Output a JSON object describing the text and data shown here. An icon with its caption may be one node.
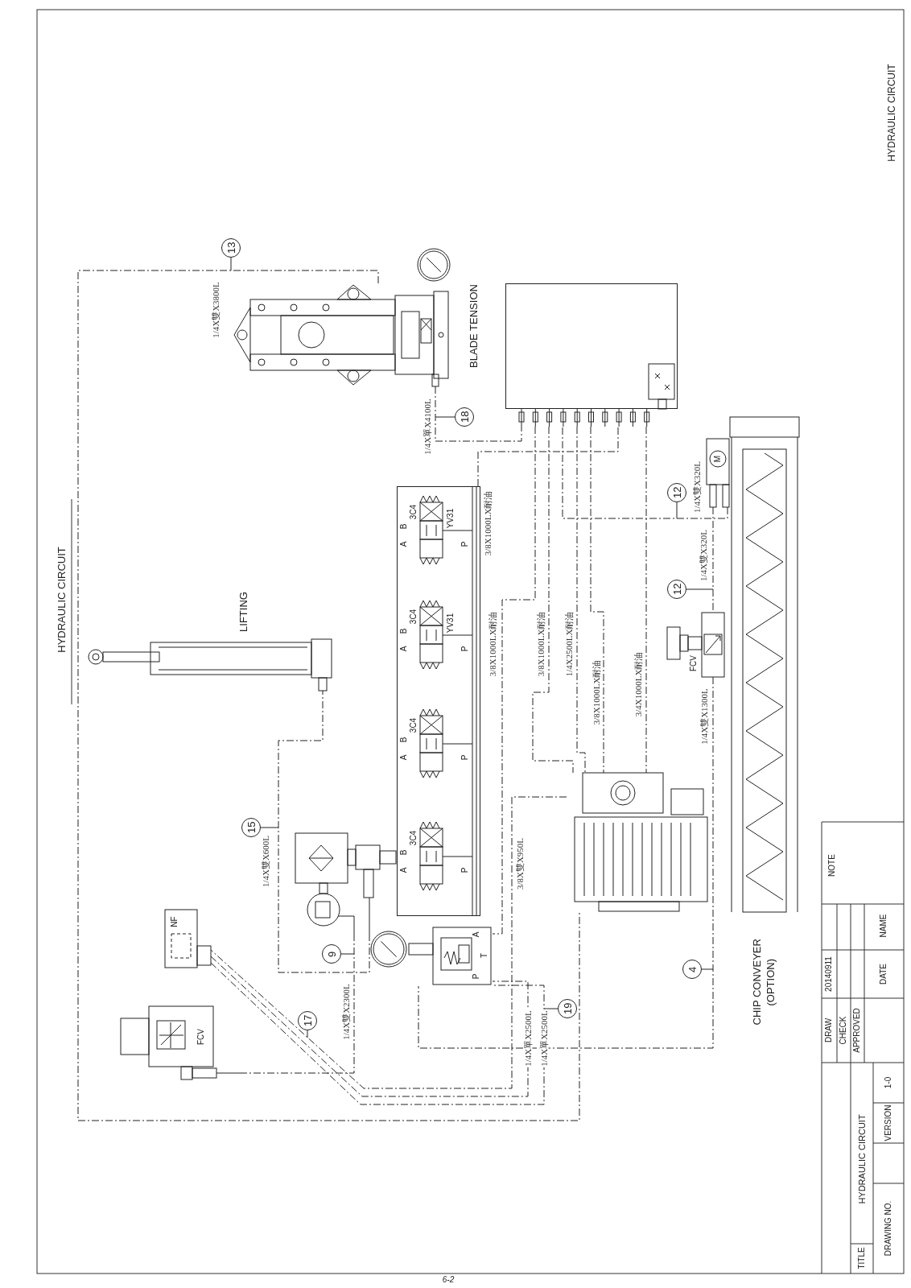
{
  "diagram": {
    "title": "HYDRAULIC CIRCUIT",
    "nodes": [
      {
        "text": [
          "13"
        ]
      },
      {
        "text": [],
        "shape": "picture"
      },
      {
        "text": [],
        "shape": "picture",
        "beside": [
          "BLADE TENSION"
        ]
      },
      {
        "text": [],
        "shape": "box"
      },
      {
        "text": [
          "18"
        ]
      },
      {
        "text": [],
        "shape": "picture",
        "beside": [
          "LIFTING"
        ]
      },
      {
        "text": [],
        "shape": "box"
      },
      {
        "text": [
          "3C4",
          "YV31"
        ],
        "in": 6,
        "beside": [
          "B",
          "A",
          "P"
        ]
      },
      {
        "text": [
          "3C4",
          "YV31"
        ],
        "in": 6,
        "beside": [
          "B",
          "A",
          "P"
        ]
      },
      {
        "text": [
          "3C4"
        ],
        "in": 6,
        "beside": [
          "B",
          "A",
          "P"
        ]
      },
      {
        "text": [
          "3C4"
        ],
        "in": 6,
        "beside": [
          "B",
          "A",
          "P"
        ]
      },
      {
        "text": [
          "M"
        ]
      },
      {
        "text": [
          "12"
        ]
      },
      {
        "text": [
          "12"
        ]
      },
      {
        "text": [
          "FCV"
        ]
      },
      {
        "text": [],
        "shape": "picture",
        "beside": [
          "CHIP CONVEYER (OPTION)"
        ]
      },
      {
        "text": [
          "15"
        ]
      },
      {
        "text": [],
        "shape": "picture"
      },
      {
        "text": [
          "9"
        ]
      },
      {
        "text": [],
        "shape": "picture"
      },
      {
        "text": [
          "A",
          "T",
          "P"
        ]
      },
      {
        "text": [],
        "shape": "picture"
      },
      {
        "text": [
          "4"
        ]
      },
      {
        "text": [
          "NF"
        ]
      },
      {
        "text": [
          "FCV"
        ]
      },
      {
        "text": [
          "17"
        ]
      },
      {
        "text": [
          "19"
        ]
      }
    ],
    "edges": [
      {
        "from": 2,
        "to": 3,
        "arrow": "none",
        "label": "1/4X單X4100L",
        "style": "dashed"
      },
      {
        "from": 2,
        "to": 21,
        "arrow": "none",
        "label": "1/4X雙X3800L",
        "style": "dashed"
      },
      {
        "from": 6,
        "to": 3,
        "arrow": "none",
        "label": "3/8X1000LX耐油",
        "style": "dashed"
      },
      {
        "from": 3,
        "to": 20,
        "arrow": "none",
        "label": "3/8X1000LX耐油",
        "style": "dashed"
      },
      {
        "from": 3,
        "to": 21,
        "arrow": "none",
        "label": "3/8X1000LX耐油",
        "style": "dashed"
      },
      {
        "from": 3,
        "to": 21,
        "arrow": "none",
        "label": "3/8X1000LX耐油",
        "style": "dashed"
      },
      {
        "from": 3,
        "to": 21,
        "arrow": "none",
        "label": "1/4X2500LX耐油",
        "style": "dashed"
      },
      {
        "from": 3,
        "to": 21,
        "arrow": "none",
        "label": "3/4X1000LX耐油",
        "style": "dashed"
      },
      {
        "from": 11,
        "to": 14,
        "arrow": "none",
        "label": "1/4X雙X320L",
        "style": "dashed"
      },
      {
        "from": 11,
        "to": 3,
        "arrow": "none",
        "label": "1/4X雙X320L",
        "style": "dashed"
      },
      {
        "from": 14,
        "to": 20,
        "arrow": "none",
        "label": "1/4X雙X1300L",
        "style": "dashed"
      },
      {
        "from": 17,
        "to": 5,
        "arrow": "none",
        "label": "1/4X雙X600L",
        "style": "dashed"
      },
      {
        "from": 21,
        "to": 23,
        "arrow": "none",
        "label": "3/8X雙X950L",
        "style": "dashed"
      },
      {
        "from": 23,
        "to": 20,
        "arrow": "none",
        "label": "1/4X單X2500L",
        "style": "dashed"
      },
      {
        "from": 23,
        "to": 20,
        "arrow": "none",
        "label": "1/4X單X2500L",
        "style": "dashed"
      },
      {
        "from": 17,
        "to": 24,
        "arrow": "none",
        "label": "1/4X雙X2300L",
        "style": "dashed"
      },
      {
        "from": 0,
        "to": null,
        "arrow": "none"
      },
      {
        "from": 4,
        "to": null,
        "arrow": "none"
      },
      {
        "from": 12,
        "to": null,
        "arrow": "none"
      },
      {
        "from": 13,
        "to": null,
        "arrow": "none"
      },
      {
        "from": 16,
        "to": null,
        "arrow": "none"
      },
      {
        "from": 18,
        "to": null,
        "arrow": "none"
      },
      {
        "from": 25,
        "to": null,
        "arrow": "none"
      },
      {
        "from": 26,
        "to": null,
        "arrow": "none"
      },
      {
        "from": 22,
        "to": null,
        "arrow": "none"
      }
    ],
    "labels": [
      "HYDRAULIC CIRCUIT",
      "NOTE",
      "DRAW",
      "20140911",
      "CHECK",
      "APPROVED",
      "DATE",
      "NAME",
      "TITLE",
      "HYDRAULIC CIRCUIT",
      "DRAWING NO.",
      "VERSION",
      "1-0",
      "6-2"
    ]
  }
}
